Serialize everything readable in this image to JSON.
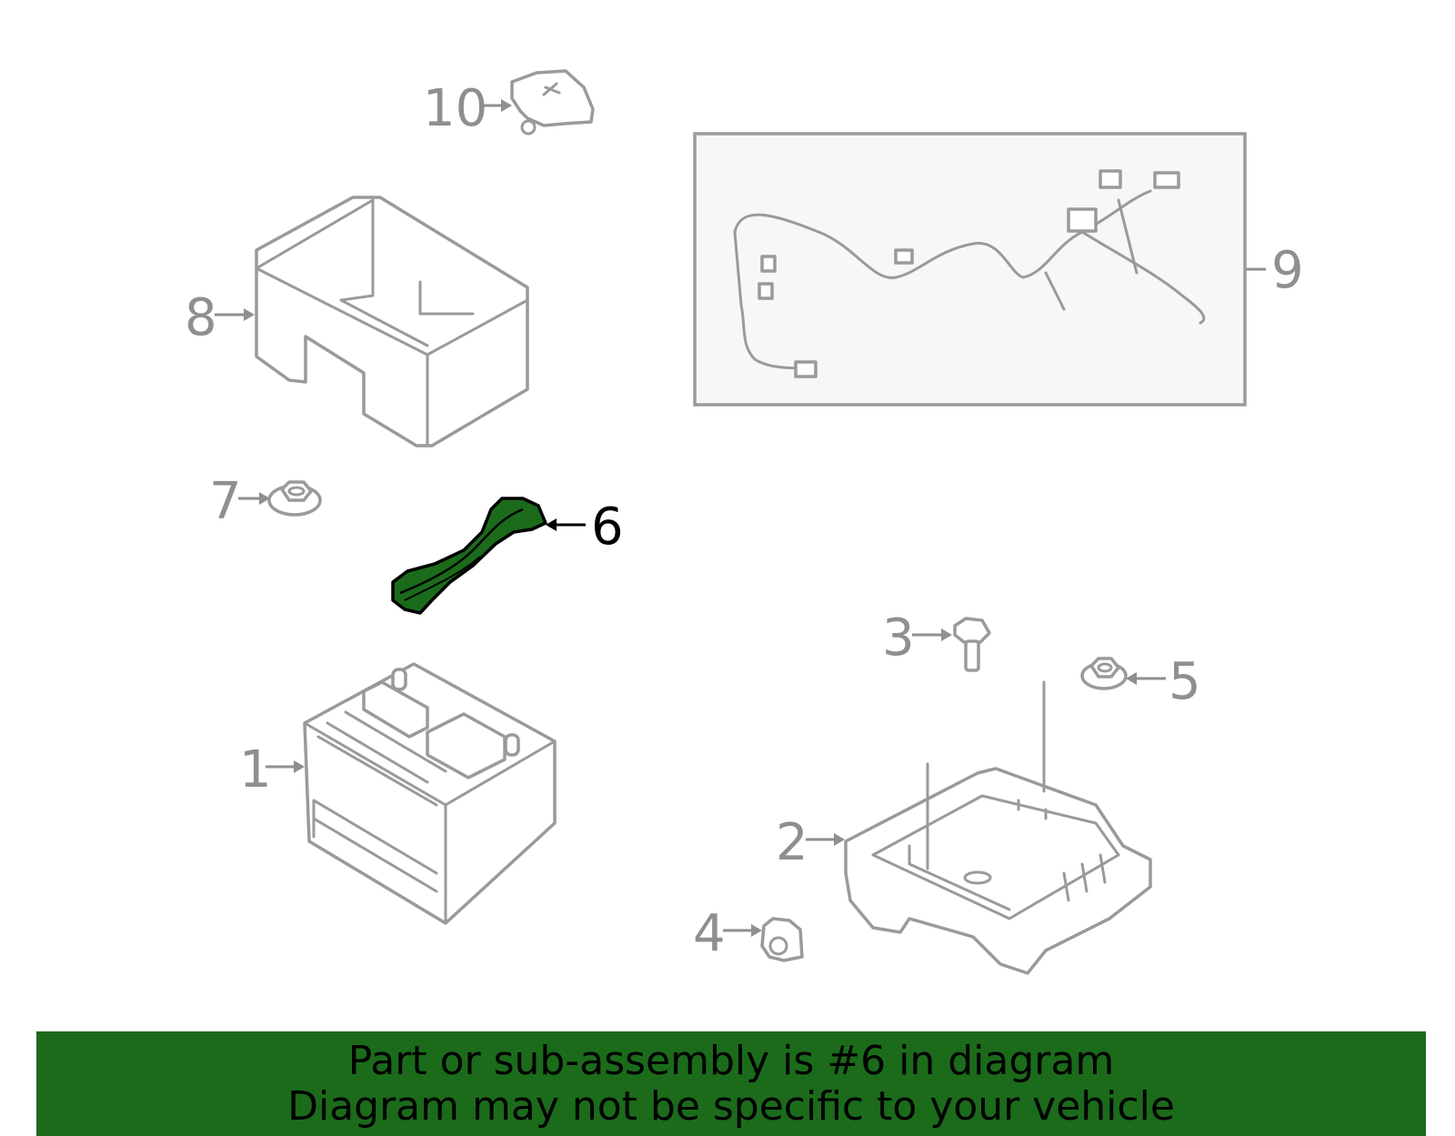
{
  "highlight_color": "#1b6b1b",
  "part_stroke_color": "#9a9a9a",
  "callouts": {
    "c1": "1",
    "c2": "2",
    "c3": "3",
    "c4": "4",
    "c5": "5",
    "c6": "6",
    "c7": "7",
    "c8": "8",
    "c9": "9",
    "c10": "10"
  },
  "highlighted_part": "6",
  "banner": {
    "line1": "Part or sub-assembly is #6 in diagram",
    "line2": "Diagram may not be specific to your vehicle"
  }
}
